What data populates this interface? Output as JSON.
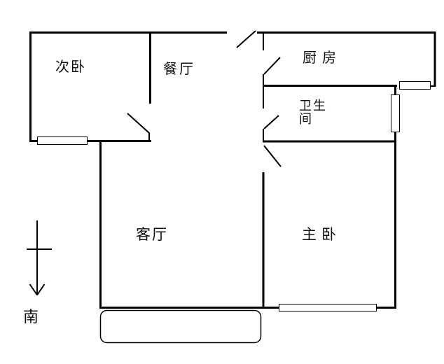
{
  "palette": {
    "background": "#ffffff",
    "line_color": "#000000",
    "text_color": "#111111"
  },
  "rooms": [
    {
      "id": "secondary-bedroom",
      "label": "次卧"
    },
    {
      "id": "dining-room",
      "label": "餐厅"
    },
    {
      "id": "kitchen",
      "label": "厨房"
    },
    {
      "id": "bathroom",
      "label": "卫生间"
    },
    {
      "id": "living-room",
      "label": "客厅"
    },
    {
      "id": "master-bedroom",
      "label": "主卧"
    }
  ],
  "compass": {
    "label": "南",
    "icon": "south-arrow-icon",
    "direction": "south"
  }
}
